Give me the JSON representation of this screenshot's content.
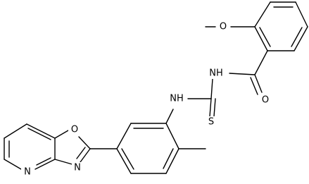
{
  "atoms": {
    "ome_o": "O",
    "amide_nh": "NH",
    "amide_o": "O",
    "thio_nh": "NH",
    "thio_s": "S",
    "oxazole_o": "O",
    "oxazole_n": "N",
    "pyridine_n": "N"
  }
}
